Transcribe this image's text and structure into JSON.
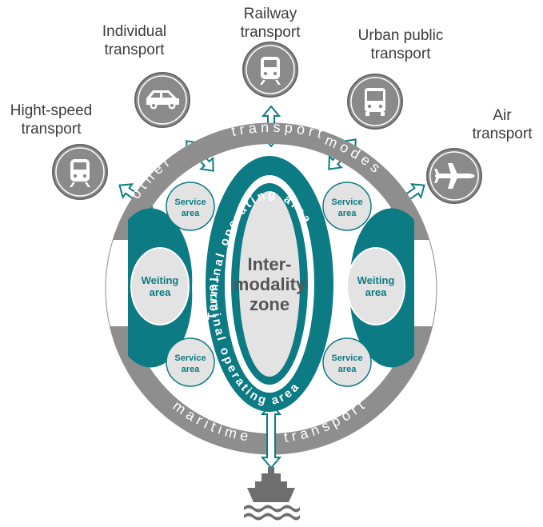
{
  "modes": {
    "high_speed": [
      "Hight-speed",
      "transport"
    ],
    "individual": [
      "Individual",
      "transport"
    ],
    "railway": [
      "Railway",
      "transport"
    ],
    "urban": [
      "Urban public",
      "transport"
    ],
    "air": [
      "Air",
      "transport"
    ]
  },
  "ring": {
    "other": "other",
    "transport": "transport",
    "modes": "modes",
    "maritime": "maritime",
    "maritime_transport": "transport"
  },
  "zones": {
    "terminal_top": "Terminal operating area",
    "terminal_bottom": "Terminal operating area",
    "core": [
      "Inter-",
      "modality",
      "zone"
    ],
    "service": [
      "Service",
      "area"
    ],
    "waiting": [
      "Weiting",
      "area"
    ]
  },
  "colors": {
    "ring_gray": "#8e8e8e",
    "teal": "#0c7b84",
    "light_fill": "#e3e3e3",
    "icon_circle": "#8a8a8a"
  },
  "icons": {
    "high_speed": "train-icon",
    "individual": "car-icon",
    "railway": "train-icon",
    "urban": "bus-icon",
    "air": "airplane-icon",
    "maritime": "ship-icon"
  }
}
